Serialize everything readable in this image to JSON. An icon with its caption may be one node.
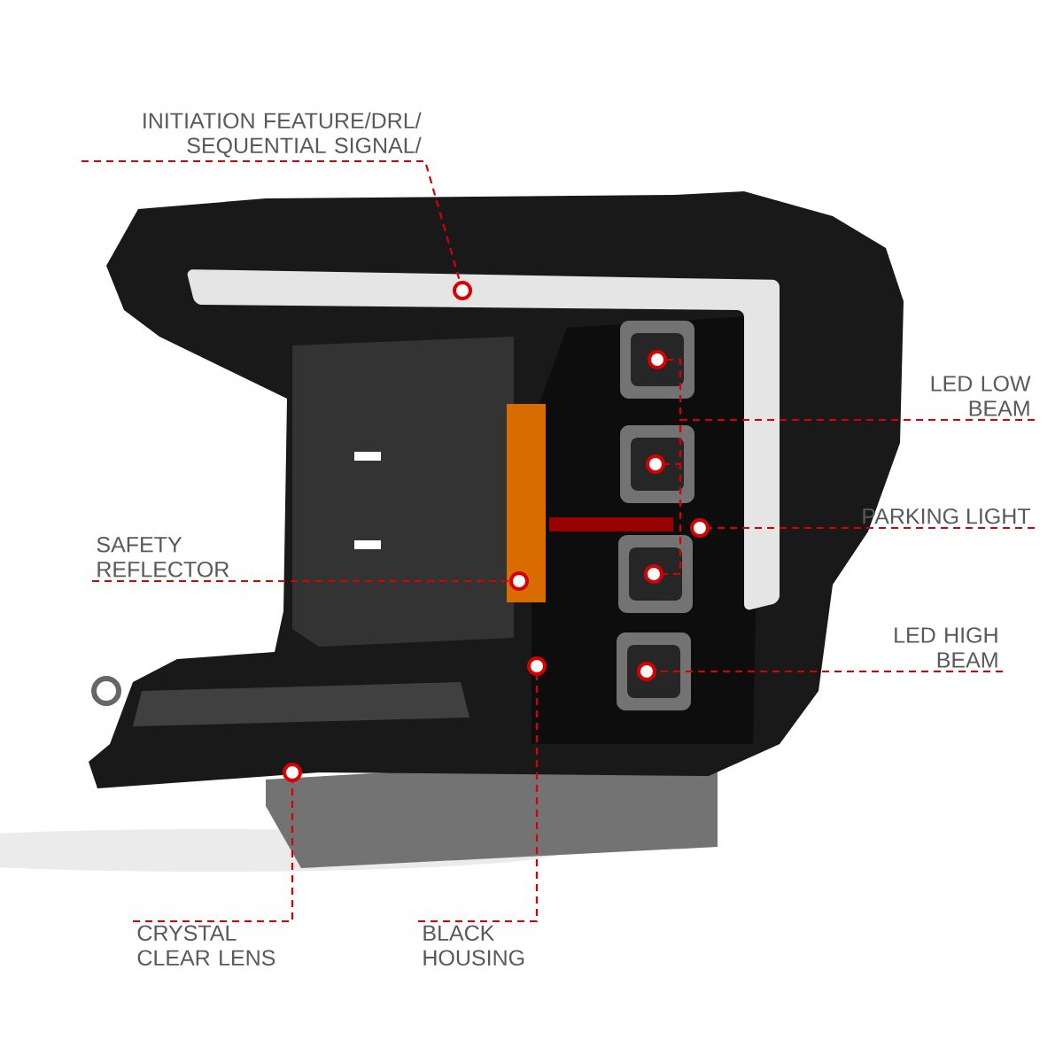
{
  "diagram": {
    "nodes": [
      {
        "text": [
          "INITIATION FEATURE/DRL/ SEQUENTIAL SIGNAL/"
        ]
      },
      {
        "text": [],
        "shape": "circle"
      },
      {
        "text": [
          "LED LOW BEAM"
        ]
      },
      {
        "text": [],
        "shape": "circle"
      },
      {
        "text": [],
        "shape": "circle"
      },
      {
        "text": [],
        "shape": "circle"
      },
      {
        "text": [
          "PARKING LIGHT"
        ]
      },
      {
        "text": [],
        "shape": "circle"
      },
      {
        "text": [
          "SAFETY REFLECTOR"
        ]
      },
      {
        "text": [],
        "shape": "circle"
      },
      {
        "text": [
          "LED HIGH BEAM"
        ]
      },
      {
        "text": [],
        "shape": "circle"
      },
      {
        "text": [
          "CRYSTAL CLEAR LENS"
        ]
      },
      {
        "text": [],
        "shape": "circle"
      },
      {
        "text": [
          "BLACK HOUSING"
        ]
      },
      {
        "text": [],
        "shape": "circle"
      }
    ],
    "edges": [
      {
        "from": 0,
        "to": 1,
        "arrow": "none",
        "style": "dashed"
      },
      {
        "from": 2,
        "to": 3,
        "arrow": "none",
        "style": "dashed"
      },
      {
        "from": 2,
        "to": 4,
        "arrow": "none",
        "style": "dashed"
      },
      {
        "from": 2,
        "to": 5,
        "arrow": "none",
        "style": "dashed"
      },
      {
        "from": 6,
        "to": 7,
        "arrow": "none",
        "style": "dashed"
      },
      {
        "from": 8,
        "to": 9,
        "arrow": "none",
        "style": "dashed"
      },
      {
        "from": 10,
        "to": 11,
        "arrow": "none",
        "style": "dashed"
      },
      {
        "from": 12,
        "to": 13,
        "arrow": "none",
        "style": "dashed"
      },
      {
        "from": 14,
        "to": 15,
        "arrow": "none",
        "style": "dashed"
      }
    ]
  }
}
